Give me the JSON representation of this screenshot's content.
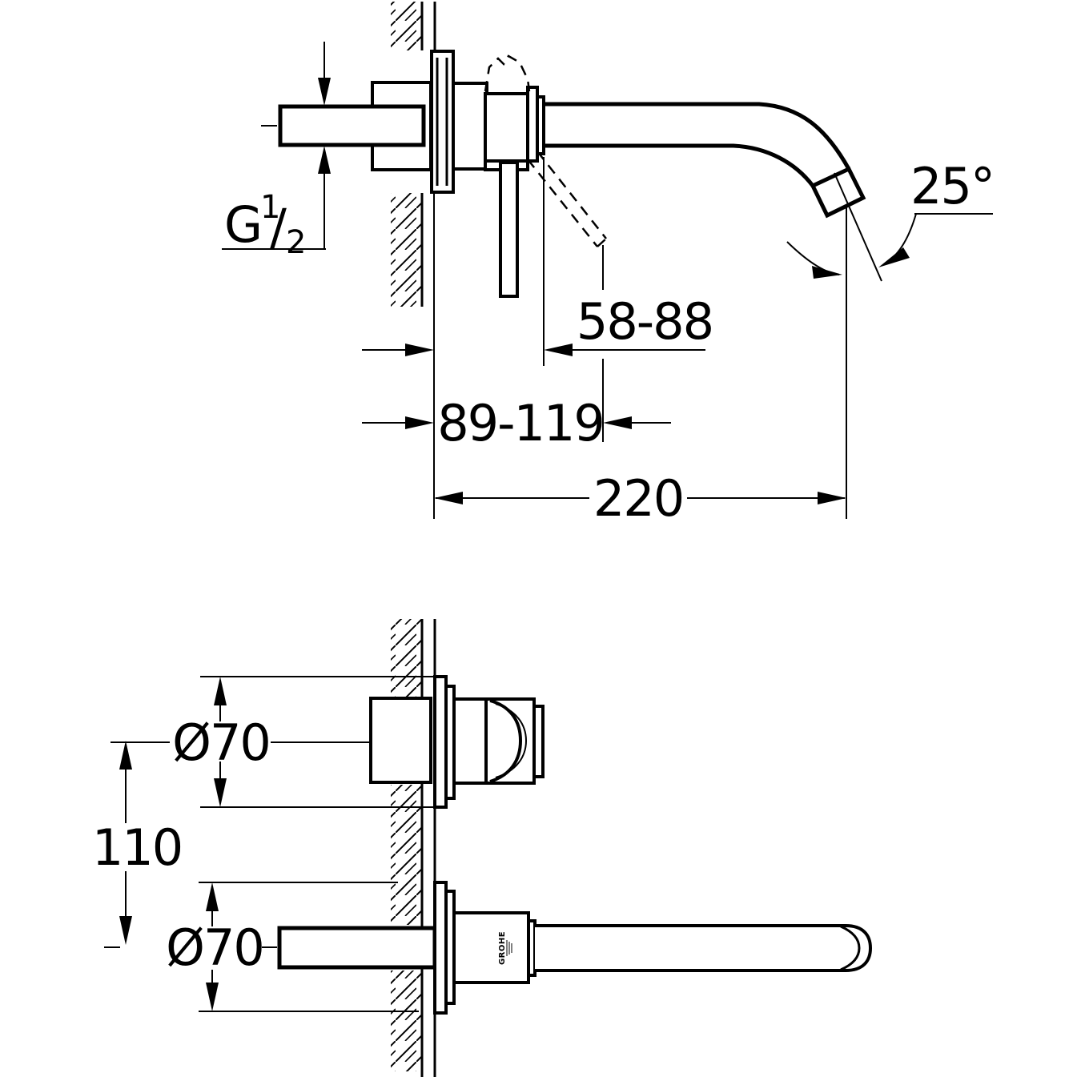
{
  "colors": {
    "ink": "#000000",
    "paper": "#ffffff"
  },
  "top_view": {
    "thread_label": {
      "letter": "G",
      "numerator": "1",
      "fraction_slash": "/",
      "denominator": "2"
    },
    "handle_projection_dim": "58-88",
    "handle_reach_dim": "89-119",
    "spout_projection_dim": "220",
    "spout_angle_dim": "25°"
  },
  "bottom_view": {
    "valve_diameter_dim": "Ø70",
    "center_distance_dim": "110",
    "spout_flange_diameter_dim": "Ø70",
    "brand_mark": "GROHE"
  }
}
